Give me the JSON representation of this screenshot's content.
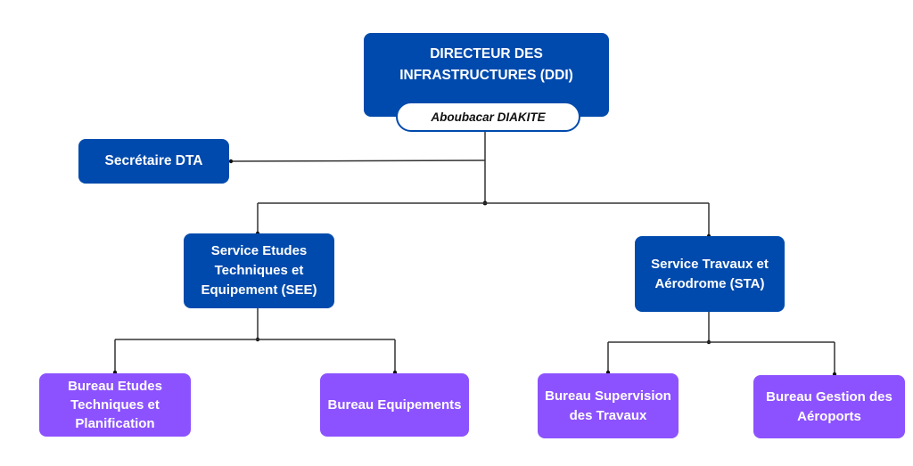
{
  "diagram": {
    "type": "organization-chart",
    "colors": {
      "director_fill": "#004aad",
      "service_fill": "#004aad",
      "bureau_fill": "#8c52ff",
      "text_light": "#ffffff",
      "name_text": "#111111",
      "connector": "#333333"
    },
    "director": {
      "title": "DIRECTEUR DES\nINFRASTRUCTURES (DDI)",
      "name": "Aboubacar DIAKITE"
    },
    "secretary": {
      "title": "Secrétaire DTA"
    },
    "services": [
      {
        "id": "see",
        "title": "Service Etudes\nTechniques et\nEquipement (SEE)",
        "bureaus": [
          {
            "title": "Bureau Etudes\nTechniques et\nPlanification"
          },
          {
            "title": "Bureau Equipements"
          }
        ]
      },
      {
        "id": "sta",
        "title": "Service Travaux et\nAérodrome (STA)",
        "bureaus": [
          {
            "title": "Bureau Supervision\ndes Travaux"
          },
          {
            "title": "Bureau Gestion des\nAéroports"
          }
        ]
      }
    ],
    "edges": [
      {
        "from": "director",
        "to": "secretary"
      },
      {
        "from": "director",
        "to": "see"
      },
      {
        "from": "director",
        "to": "sta"
      },
      {
        "from": "see",
        "to": "see-bureau-etudes"
      },
      {
        "from": "see",
        "to": "see-bureau-equipements"
      },
      {
        "from": "sta",
        "to": "sta-bureau-supervision"
      },
      {
        "from": "sta",
        "to": "sta-bureau-gestion"
      }
    ]
  }
}
